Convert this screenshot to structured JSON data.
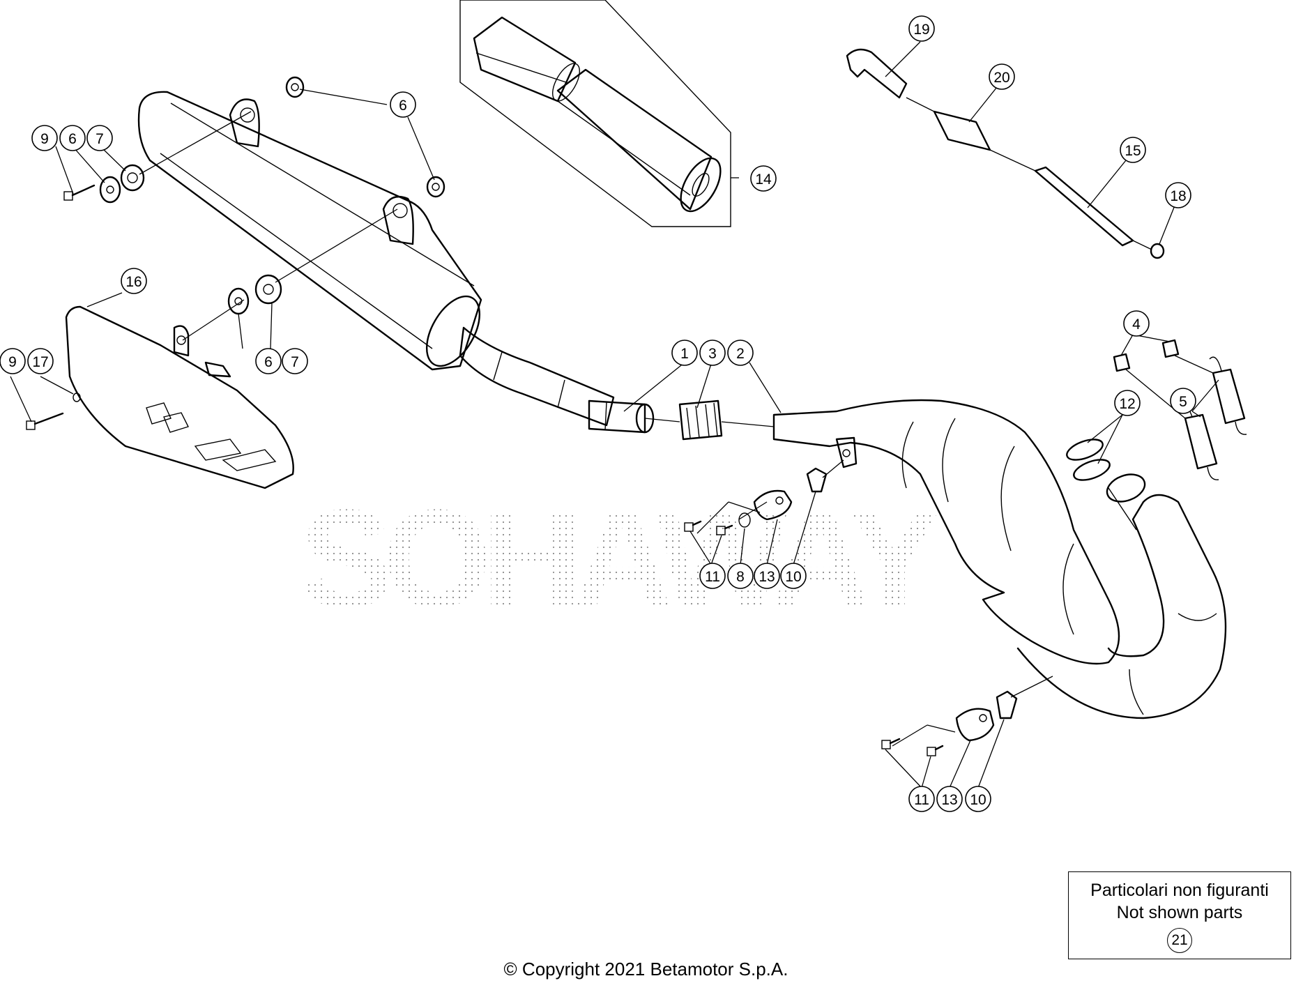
{
  "diagram": {
    "callouts": [
      "1",
      "2",
      "3",
      "4",
      "5",
      "6",
      "7",
      "8",
      "9",
      "10",
      "11",
      "12",
      "13",
      "14",
      "15",
      "16",
      "17",
      "18",
      "19",
      "20",
      "21"
    ]
  },
  "note": {
    "line1": "Particolari non figuranti",
    "line2": "Not shown parts",
    "ref": "21"
  },
  "watermark": {
    "text": "SOHAWAY"
  },
  "footer": {
    "copyright": "© Copyright 2021 Betamotor S.p.A."
  }
}
